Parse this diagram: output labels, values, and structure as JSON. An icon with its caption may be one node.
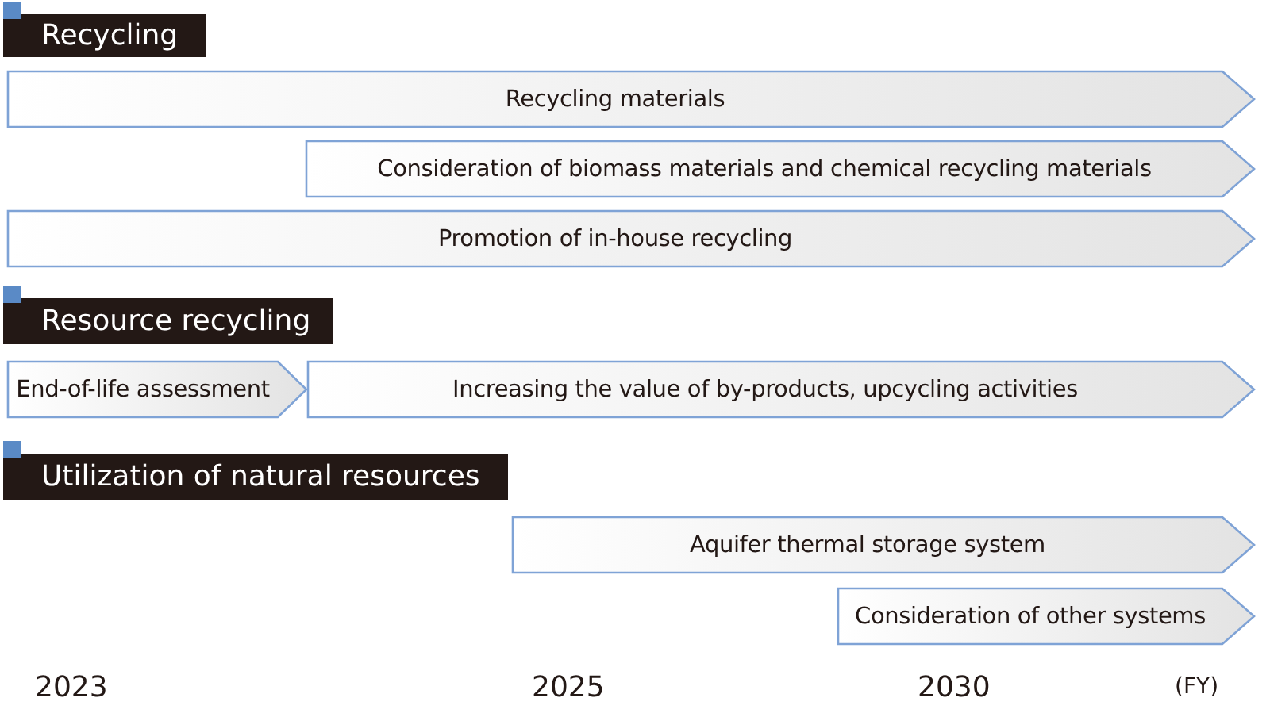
{
  "diagram": {
    "nodes": [
      {
        "text": [
          "Recycling"
        ]
      },
      {
        "text": [
          "Recycling materials"
        ]
      },
      {
        "text": [
          "Consideration of biomass materials and chemical recycling materials"
        ]
      },
      {
        "text": [
          "Promotion of in-house recycling"
        ]
      },
      {
        "text": [
          "Resource recycling"
        ]
      },
      {
        "text": [
          "End-of-life assessment"
        ]
      },
      {
        "text": [
          "Increasing the value of by-products, upcycling activities"
        ]
      },
      {
        "text": [
          "Utilization of natural resources"
        ]
      },
      {
        "text": [
          "Aquifer thermal storage system"
        ]
      },
      {
        "text": [
          "Consideration of other systems"
        ]
      }
    ],
    "labels": [
      "2023",
      "2025",
      "2030",
      "(FY)"
    ]
  }
}
